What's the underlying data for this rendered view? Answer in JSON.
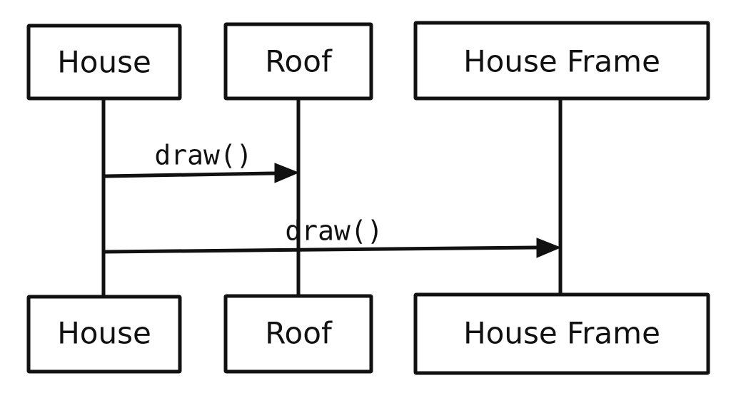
{
  "participants": [
    {
      "id": "house",
      "label": "House"
    },
    {
      "id": "roof",
      "label": "Roof"
    },
    {
      "id": "house-frame",
      "label": "House Frame"
    }
  ],
  "messages": [
    {
      "from": "house",
      "to": "roof",
      "label": "draw()"
    },
    {
      "from": "house",
      "to": "house-frame",
      "label": "draw()"
    }
  ],
  "colors": {
    "stroke": "#111111",
    "background": "#ffffff"
  }
}
